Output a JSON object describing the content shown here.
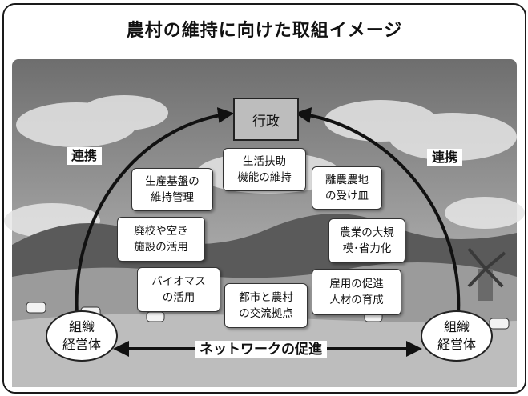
{
  "title": "農村の維持に向けた取組イメージ",
  "government": "行政",
  "organizations": {
    "left": "組織\n経営体",
    "right": "組織\n経営体"
  },
  "links": {
    "left": "連携",
    "right": "連携"
  },
  "network": "ネットワークの促進",
  "initiatives": {
    "life_support": "生活扶助\n機能の維持",
    "production_base": "生産基盤の\n維持管理",
    "farmland": "離農農地\nの受け皿",
    "school_reuse": "廃校や空き\n施設の活用",
    "large_scale": "農業の大規\n模･省力化",
    "biomass": "バイオマス\nの活用",
    "exchange": "都市と農村\nの交流拠点",
    "employment": "雇用の促進\n人材の育成"
  },
  "colors": {
    "sky": "#8f8f8f",
    "hills": "#5a5a5a",
    "field": "#bdbdbd",
    "arrow": "#111111"
  }
}
